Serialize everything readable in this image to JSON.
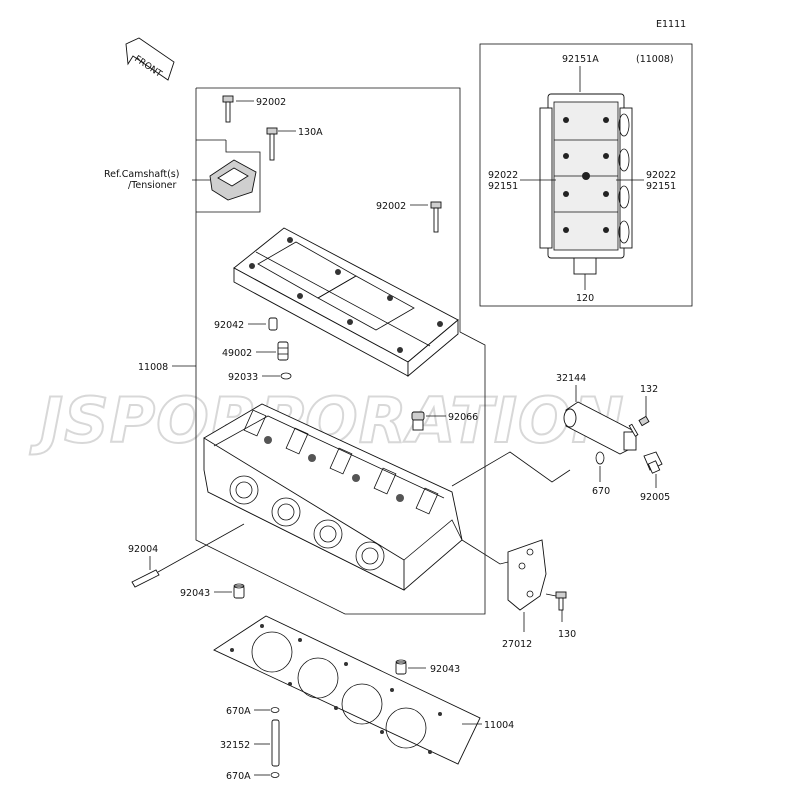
{
  "diagram_id": "E1111",
  "front_label": "FRONT",
  "watermark": "JSPORPORATION",
  "inset": {
    "ref": "92151A",
    "ref_group": "(11008)",
    "left_a": "92022",
    "left_b": "92151",
    "right_a": "92022",
    "right_b": "92151",
    "bottom": "120"
  },
  "ref_note": {
    "line1": "Ref.Camshaft(s)",
    "line2": "/Tensioner"
  },
  "labels": {
    "p92002_top": "92002",
    "p130A": "130A",
    "p92002_right": "92002",
    "p92042": "92042",
    "p49002": "49002",
    "p92033": "92033",
    "p11008": "11008",
    "p92066": "92066",
    "p32144": "32144",
    "p132": "132",
    "p670": "670",
    "p92005": "92005",
    "p92004": "92004",
    "p92043_left": "92043",
    "p92043_right": "92043",
    "p27012": "27012",
    "p130": "130",
    "p670A_top": "670A",
    "p32152": "32152",
    "p670A_bottom": "670A",
    "p11004": "11004"
  }
}
